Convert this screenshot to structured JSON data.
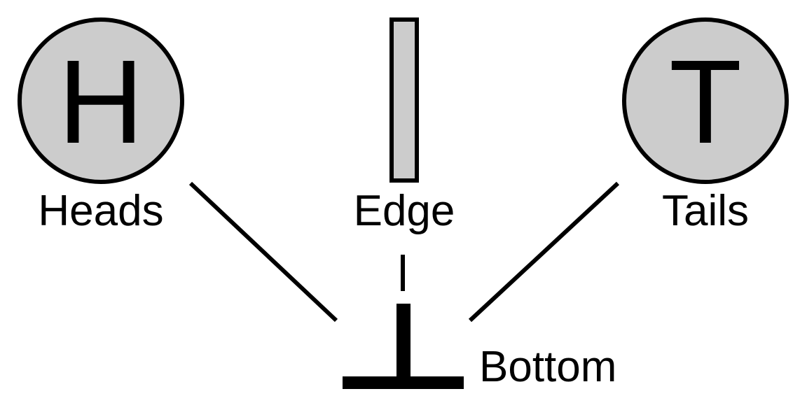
{
  "diagram": {
    "nodes": {
      "heads": {
        "symbol": "H",
        "label": "Heads"
      },
      "edge": {
        "label": "Edge"
      },
      "tails": {
        "symbol": "T",
        "label": "Tails"
      },
      "bottom": {
        "label": "Bottom"
      }
    },
    "colors": {
      "fill": "#cccccc",
      "stroke": "#000000",
      "background": "#ffffff"
    }
  }
}
